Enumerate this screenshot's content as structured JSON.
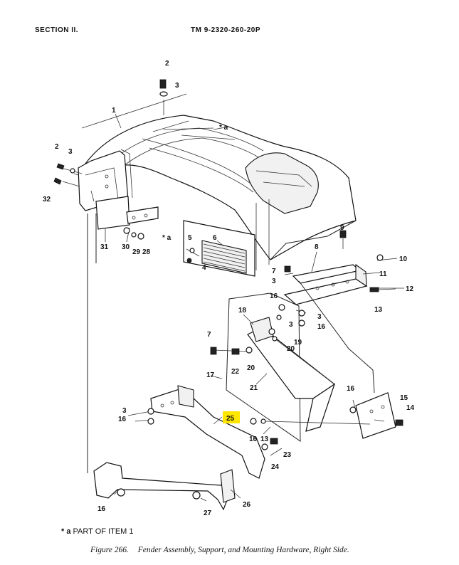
{
  "header": {
    "section": "SECTION II.",
    "tm_number": "TM 9-2320-260-20P"
  },
  "colors": {
    "highlight": "#ffe600",
    "ink": "#111111"
  },
  "callouts": {
    "c1": "1",
    "c2a": "2",
    "c3a": "3",
    "c2b": "2",
    "c3b": "3",
    "c32": "32",
    "c31": "31",
    "c30": "30",
    "c29": "29",
    "c28": "28",
    "c5": "5",
    "c6": "6",
    "c4": "4",
    "c9": "9",
    "c8": "8",
    "c10": "10",
    "c11": "11",
    "c12": "12",
    "c13": "13",
    "c7a": "7",
    "c3c": "3",
    "c16a": "16",
    "c3d": "3",
    "c16b": "16",
    "c3e": "3",
    "c18": "18",
    "c19": "19",
    "c20a": "20",
    "c20b": "20",
    "c7b": "7",
    "c22": "22",
    "c17": "17",
    "c21": "21",
    "c16c": "16",
    "c15": "15",
    "c14": "14",
    "c3f": "3",
    "c16d": "16",
    "c25": "25",
    "c16e": "16",
    "c13b": "13",
    "c23": "23",
    "c24": "24",
    "c26": "26",
    "c27": "27",
    "c16f": "16"
  },
  "part_of_marks": {
    "m1": "* a",
    "m2": "* a"
  },
  "note": {
    "symbol": "* a",
    "text": "PART OF ITEM 1"
  },
  "figure": {
    "number": "Figure 266.",
    "title": "Fender Assembly, Support, and Mounting Hardware, Right Side."
  }
}
